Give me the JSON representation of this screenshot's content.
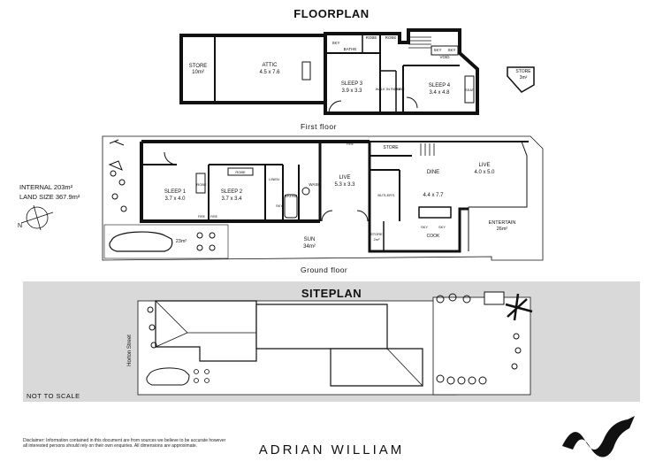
{
  "titles": {
    "floorplan": "FLOORPLAN",
    "siteplan": "SITEPLAN"
  },
  "levels": {
    "first": "First floor",
    "ground": "Ground floor"
  },
  "stats": {
    "internal": "INTERNAL 203m²",
    "land": "LAND SIZE 367.9m²"
  },
  "first_floor_rooms": {
    "store_name": "STORE",
    "store_area": "10m²",
    "attic_name": "ATTIC",
    "attic_size": "4.5 x 7.6",
    "sleep3_name": "SLEEP 3",
    "sleep3_size": "3.9 x 3.3",
    "sleep4_name": "SLEEP 4",
    "sleep4_size": "3.4 x 4.8",
    "sky1": "SKY",
    "bathe": "BATHE",
    "robe1": "ROBE",
    "robe2": "ROBE",
    "void": "VOID",
    "sky2": "SKY",
    "sky3": "SKY",
    "walkin": "WALK IN ROBE",
    "robe3": "ROBE",
    "seat": "SEAT",
    "store2_name": "STORE",
    "store2_area": "3m²"
  },
  "ground_floor_rooms": {
    "sleep1_name": "SLEEP 1",
    "sleep1_size": "3.7 x 4.0",
    "sleep2_name": "SLEEP 2",
    "sleep2_size": "3.7 x 3.4",
    "robe1": "ROBE",
    "robe2": "ROBE",
    "linen": "LINEN",
    "bathe": "BATHE",
    "sky": "SKY",
    "wash": "WASH",
    "fire1": "FIRE",
    "fire2": "FIRE",
    "fire3": "FIRE",
    "live_name": "LIVE",
    "live_size": "5.3 x 3.3",
    "store_name": "STORE",
    "dine_name": "DINE",
    "dine_size": "4.4 x 7.7",
    "live2_name": "LIVE",
    "live2_size": "4.0 x 5.0",
    "butlers": "BUTLER'S",
    "cook": "COOK",
    "sky_a": "SKY",
    "sky_b": "SKY",
    "store_small": "STORE",
    "store_small_area": "2m²",
    "entertain_name": "ENTERTAIN",
    "entertain_area": "26m²",
    "sun_name": "SUN",
    "sun_area": "34m²",
    "carport_area": "23m²"
  },
  "site": {
    "street": "Horton Street"
  },
  "not_to_scale": "NOT TO SCALE",
  "disclaimer": "Disclaimer: Information contained in this document are from sources we believe to be accurate however all interested persons should rely on their own enquiries. All dimensions are approximate.",
  "brand": "ADRIAN WILLIAM",
  "colors": {
    "site_fill": "#d9d9d9",
    "ink": "#111111"
  }
}
